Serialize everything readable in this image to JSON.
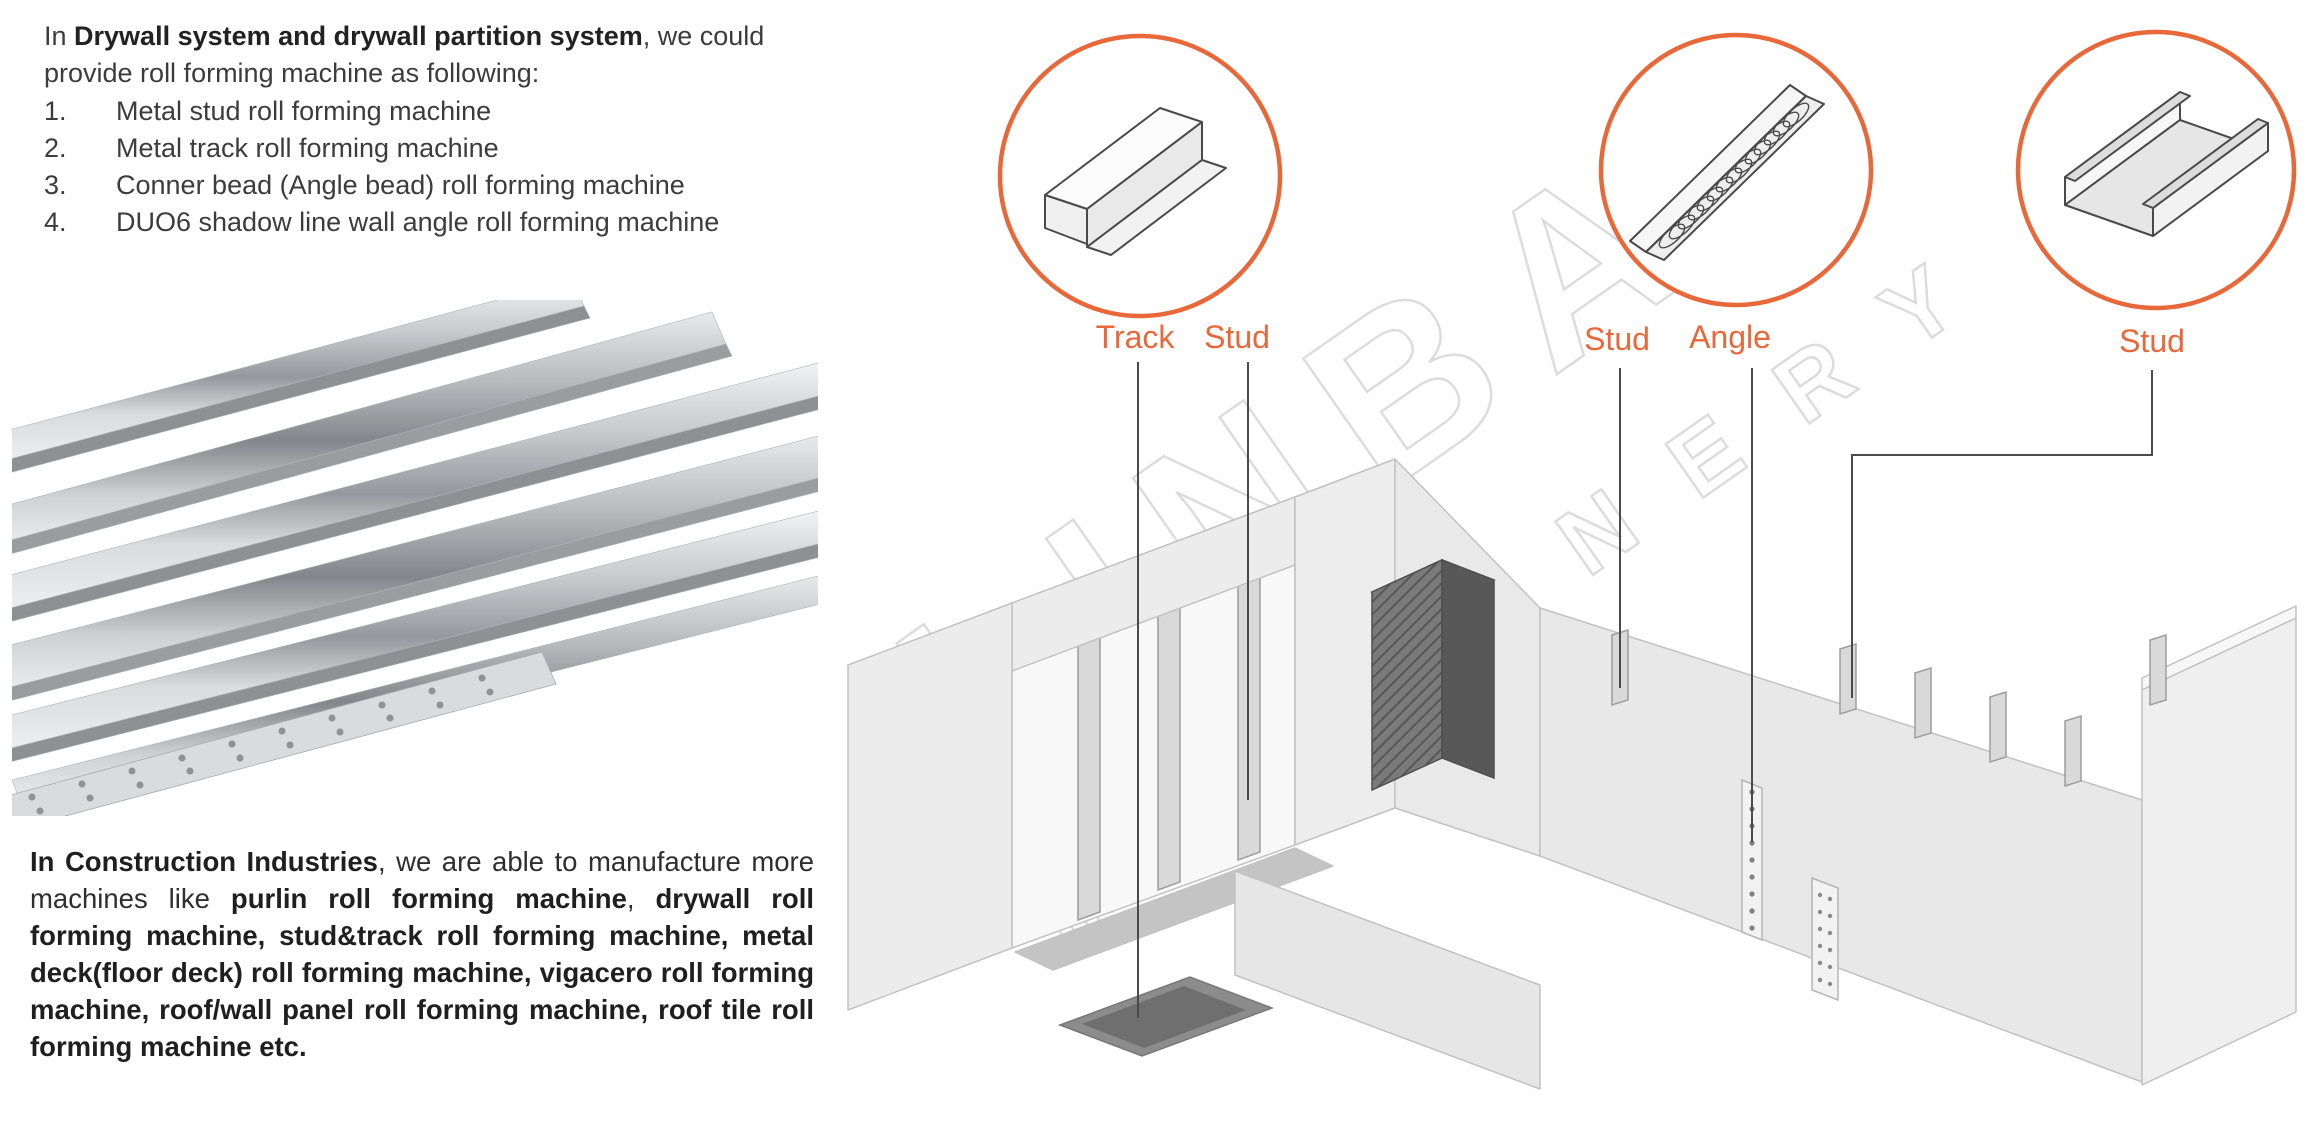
{
  "colors": {
    "accent": "#E8683A",
    "leader_line": "#4a4a4a",
    "watermark": "#d9d9d9"
  },
  "intro": {
    "prefix": "In ",
    "bold": "Drywall system and drywall partition system",
    "suffix": ", we could provide roll forming machine as following:",
    "items": [
      {
        "num": "1.",
        "text": "Metal stud roll forming machine"
      },
      {
        "num": "2.",
        "text": "Metal track roll forming machine"
      },
      {
        "num": "3.",
        "text": "Conner bead (Angle bead) roll forming machine"
      },
      {
        "num": "4.",
        "text": "DUO6 shadow line wall angle roll forming machine"
      }
    ]
  },
  "construction": {
    "segments": [
      {
        "text": "In Construction Industries",
        "bold": true
      },
      {
        "text": ", we are able to manufacture more machines like ",
        "bold": false
      },
      {
        "text": "purlin roll forming machine",
        "bold": true
      },
      {
        "text": ", ",
        "bold": false
      },
      {
        "text": "drywall roll forming machine, stud&track roll forming machine, metal deck(floor deck) roll forming machine, vigacero roll forming machine, roof/wall panel roll forming machine, roof tile roll forming machine etc.",
        "bold": true
      }
    ]
  },
  "diagram": {
    "labels": {
      "track": "Track",
      "stud_left": "Stud",
      "stud_middle": "Stud",
      "angle": "Angle",
      "stud_right": "Stud"
    },
    "watermark": {
      "line1": "LINBAY",
      "line2": "MACHINERY"
    },
    "callout_icons": {
      "left": "track-channel-profile-icon",
      "middle": "angle-bead-spring-icon",
      "right": "stud-channel-profile-icon"
    }
  }
}
